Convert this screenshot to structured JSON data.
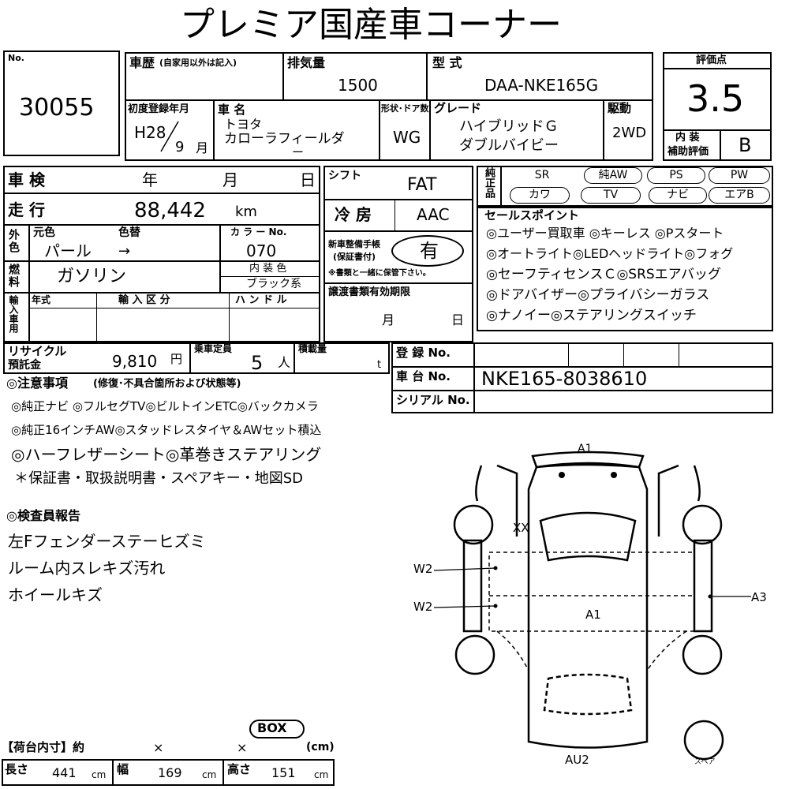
{
  "title": "プレミア国産車コーナー",
  "lot": {
    "no_label": "No.",
    "number": "30055"
  },
  "history": {
    "label": "車歴",
    "note": "(自家用以外は記入)"
  },
  "displacement": {
    "label": "排気量",
    "value": "1500"
  },
  "model_type": {
    "label": "型 式",
    "value": "DAA-NKE165G"
  },
  "grade_score": {
    "label": "評価点",
    "value": "3.5",
    "interior_label_1": "内 装",
    "interior_label_2": "補助評価",
    "interior_value": "B"
  },
  "first_reg": {
    "label": "初度登録年月",
    "era_year": "H28",
    "month": "9",
    "month_unit": "月"
  },
  "car_name": {
    "label": "車 名",
    "maker": "トヨタ",
    "name_1": "カローラフィールダ",
    "name_2": "ー"
  },
  "body": {
    "label": "形状･ドア数",
    "value": "WG"
  },
  "grade": {
    "label": "グレード",
    "line1": "ハイブリッドＧ",
    "line2": "ダブルバイビー"
  },
  "drive": {
    "label": "駆動",
    "value": "2WD"
  },
  "inspection": {
    "label": "車 検",
    "year": "年",
    "month": "月",
    "day": "日"
  },
  "mileage": {
    "label": "走 行",
    "value": "88,442",
    "unit": "km"
  },
  "exterior": {
    "side_label": "外色",
    "orig_label": "元色",
    "repaint_label": "色替",
    "orig_value": "パール",
    "arrow": "→",
    "color_no_label": "カ ラ ー No.",
    "color_no": "070"
  },
  "interior_color": {
    "label": "内 装 色",
    "value": "ブラック系"
  },
  "fuel": {
    "label": "燃料",
    "value": "ガソリン"
  },
  "import": {
    "side_label": "輸入車用",
    "year_label": "年式",
    "kubun_label": "輸 入 区 分",
    "handle_label": "ハ ン ド ル"
  },
  "shift": {
    "label": "シフト",
    "value": "FAT"
  },
  "ac": {
    "label": "冷 房",
    "value": "AAC"
  },
  "warranty": {
    "label1": "新車整備手帳",
    "label2": "(保証書付)",
    "value": "有",
    "note": "※書類と一緒に保管下さい。"
  },
  "transfer": {
    "label": "譲渡書類有効期限",
    "month": "月",
    "day": "日"
  },
  "equipment": {
    "label": "純正品",
    "items": [
      "SR",
      "純AW",
      "PS",
      "PW",
      "カワ",
      "TV",
      "ナビ",
      "エアB"
    ]
  },
  "sales_points": {
    "label": "セールスポイント",
    "lines": [
      "◎ユーザー買取車 ◎キーレス ◎Pスタート",
      "◎オートライト◎LEDヘッドライト◎フォグ",
      "◎セーフティセンスＣ◎SRSエアバッグ",
      "◎ドアバイザー◎プライバシーガラス",
      "◎ナノイー◎ステアリングスイッチ"
    ]
  },
  "recycle": {
    "label1": "リサイクル",
    "label2": "預託金",
    "value": "9,810",
    "unit": "円"
  },
  "capacity": {
    "label": "乗車定員",
    "value": "5",
    "unit": "人"
  },
  "load": {
    "label": "積載量",
    "unit": "t"
  },
  "registration": {
    "label": "登 録 No."
  },
  "chassis": {
    "label": "車 台 No.",
    "value": "NKE165-8038610"
  },
  "serial": {
    "label": "シリアル No."
  },
  "notes": {
    "heading": "◎注意事項",
    "heading_note": "(修復･不具合箇所および状態等)",
    "lines": [
      "◎純正ナビ ◎フルセグTV◎ビルトインETC◎バックカメラ",
      "◎純正16インチAW◎スタッドレスタイヤ＆AWセット積込",
      "◎ハーフレザーシート◎革巻きステアリング",
      "＊保証書・取扱説明書・スペアキー・地図SD"
    ]
  },
  "inspector": {
    "heading": "◎検査員報告",
    "lines": [
      "左Fフェンダーステーヒズミ",
      "ルーム内スレキズ汚れ",
      "ホイールキズ"
    ]
  },
  "diagram": {
    "labels": {
      "a1_top": "A1",
      "xx": "XX",
      "w2_upper": "W2",
      "w2_lower": "W2",
      "a1_center": "A1",
      "a3": "A3",
      "au2": "AU2",
      "spare": "スペア"
    }
  },
  "cargo": {
    "box_label": "BOX",
    "heading": "【荷台内寸】約",
    "times1": "×",
    "times2": "×",
    "cm_unit": "(cm)",
    "length_label": "長さ",
    "length": "441",
    "width_label": "幅",
    "width": "169",
    "height_label": "高さ",
    "height": "151",
    "unit": "cm"
  }
}
